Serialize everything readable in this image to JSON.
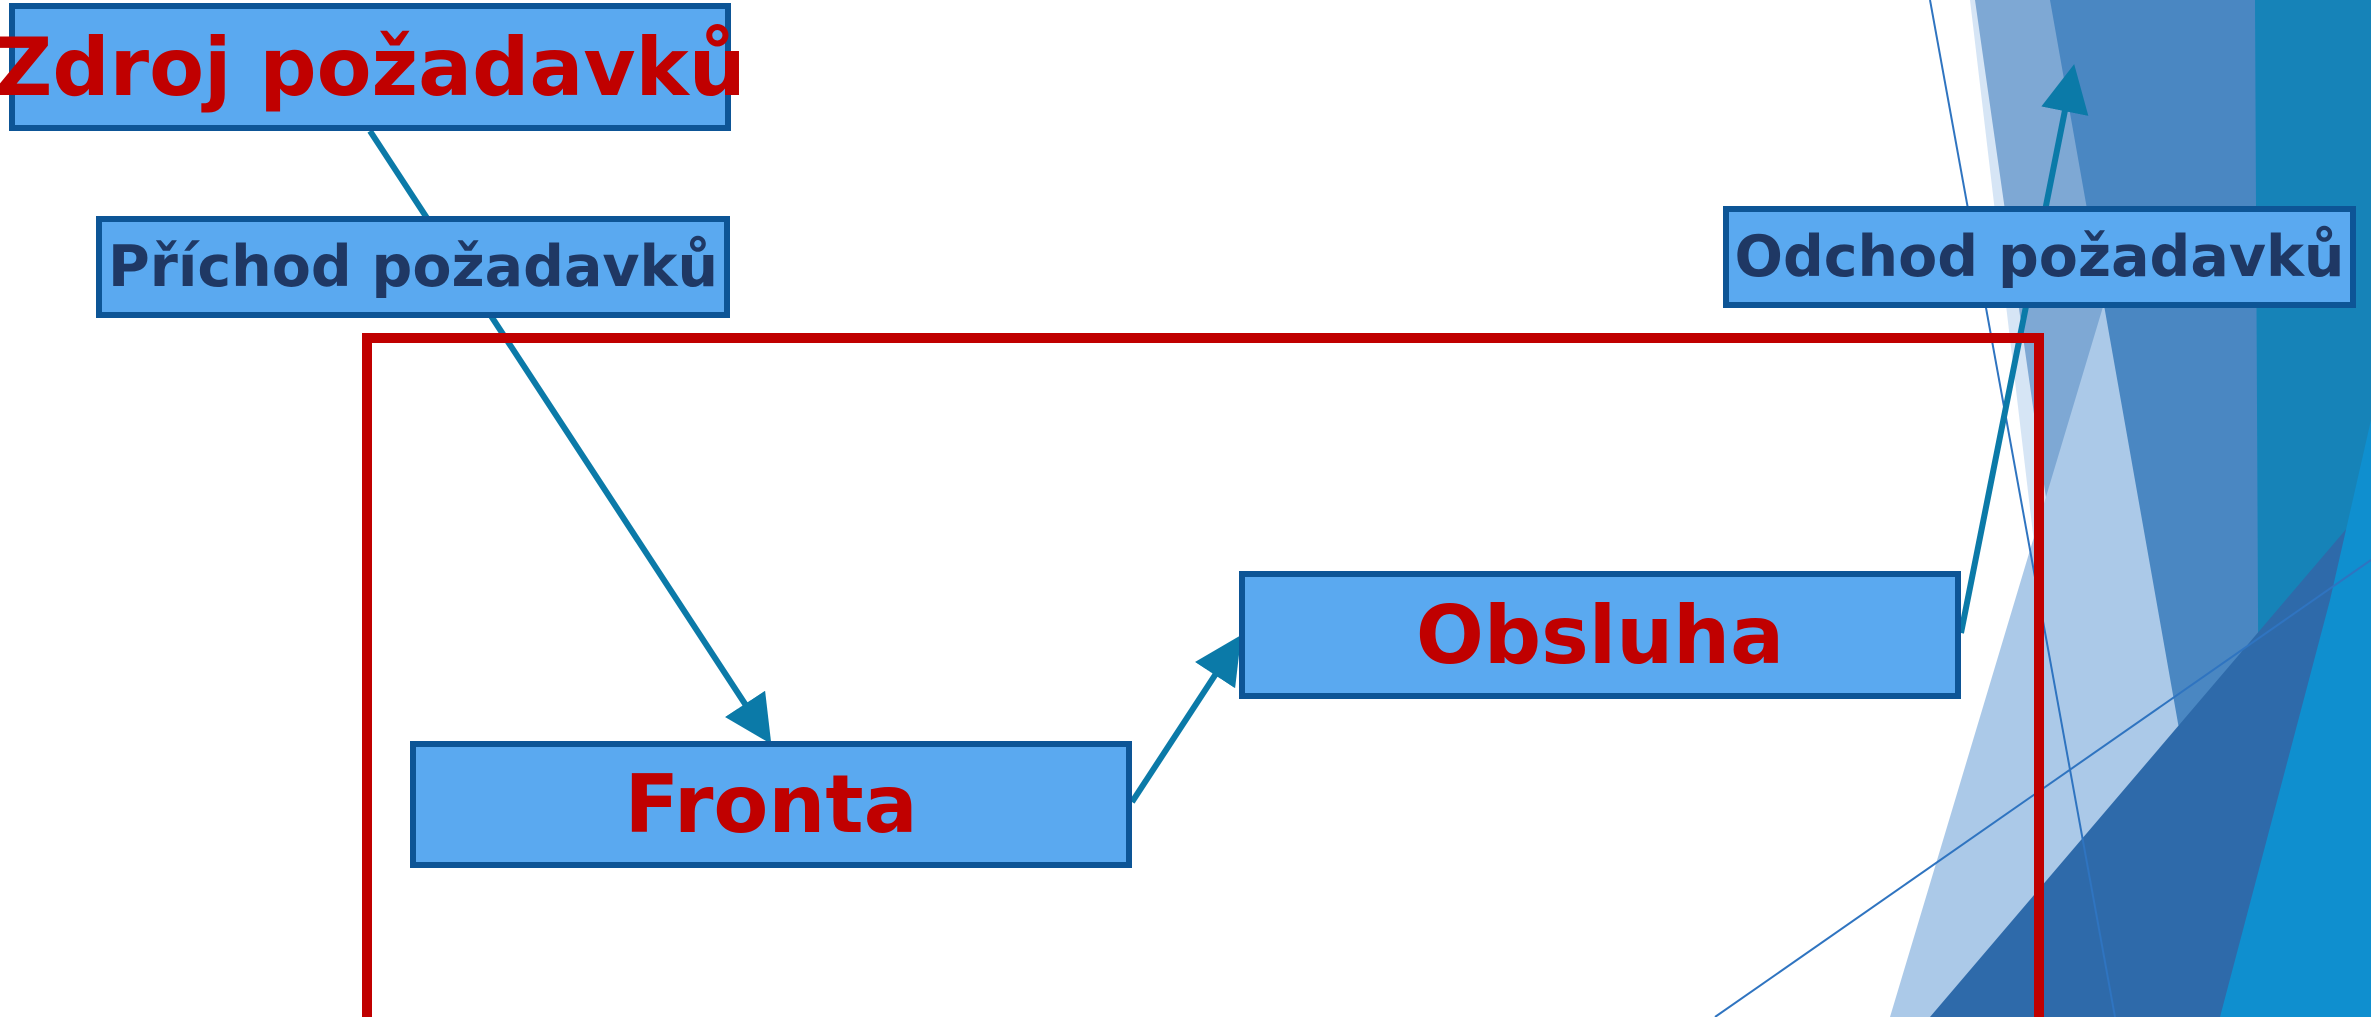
{
  "diagram": {
    "nodes": {
      "source": {
        "label": "Zdroj požadavků"
      },
      "arrival": {
        "label": "Příchod požadavků"
      },
      "queue": {
        "label": "Fronta"
      },
      "service": {
        "label": "Obsluha"
      },
      "departure": {
        "label": "Odchod požadavků"
      }
    },
    "edges": [
      {
        "from": "source",
        "to": "queue"
      },
      {
        "from": "queue",
        "to": "service"
      },
      {
        "from": "service",
        "to": "departure"
      }
    ],
    "groups": [
      {
        "contains": [
          "queue",
          "service"
        ]
      }
    ]
  },
  "colors": {
    "accent_red": "#c00000",
    "node_fill": "#5aa9f0",
    "node_border": "#0d5596",
    "arrow": "#0b7aa8",
    "secondary_text": "#1f3864"
  }
}
